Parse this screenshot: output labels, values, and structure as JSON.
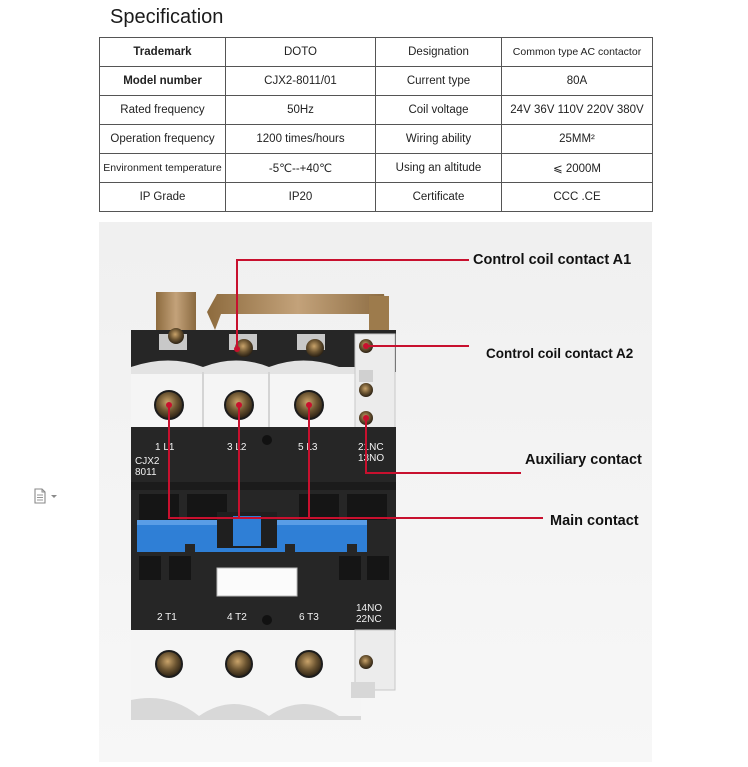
{
  "heading": "Specification",
  "spec_rows": [
    [
      {
        "t": "Trademark",
        "b": true
      },
      {
        "t": "DOTO"
      },
      {
        "t": "Designation"
      },
      {
        "t": "Common type AC contactor",
        "s": true
      }
    ],
    [
      {
        "t": "Model number",
        "b": true
      },
      {
        "t": "CJX2-8011/01"
      },
      {
        "t": "Current type"
      },
      {
        "t": "80A"
      }
    ],
    [
      {
        "t": "Rated frequency"
      },
      {
        "t": "50Hz"
      },
      {
        "t": "Coil voltage"
      },
      {
        "t": "24V 36V 110V 220V 380V"
      }
    ],
    [
      {
        "t": "Operation frequency"
      },
      {
        "t": "1200 times/hours"
      },
      {
        "t": "Wiring ability"
      },
      {
        "t": "25MM²"
      }
    ],
    [
      {
        "t": "Environment temperature",
        "s": true
      },
      {
        "t": "-5℃--+40℃"
      },
      {
        "t": "Using an altitude"
      },
      {
        "t": "⩽ 2000M"
      }
    ],
    [
      {
        "t": "IP Grade"
      },
      {
        "t": "IP20"
      },
      {
        "t": "Certificate"
      },
      {
        "t": "CCC .CE"
      }
    ]
  ],
  "callouts": {
    "a1": "Control coil contact A1",
    "a2": "Control coil contact A2",
    "aux": "Auxiliary contact",
    "main": "Main contact"
  },
  "device_labels": {
    "top_terminals": [
      "1 L1",
      "3 L2",
      "5 L3"
    ],
    "aux_top": [
      "21NC",
      "13NO"
    ],
    "model": [
      "CJX2",
      "8011"
    ],
    "bottom_terminals": [
      "2 T1",
      "4 T2",
      "6 T3"
    ],
    "aux_bottom": [
      "14NO",
      "22NC"
    ]
  },
  "icons": {
    "side": "document-icon"
  },
  "colors": {
    "callout_line": "#c8102e",
    "contactor_body": "#2a2a2a",
    "terminal_block": "#f4f4f4",
    "actuator": "#2f7fd6",
    "bracket": "#a8865a"
  }
}
